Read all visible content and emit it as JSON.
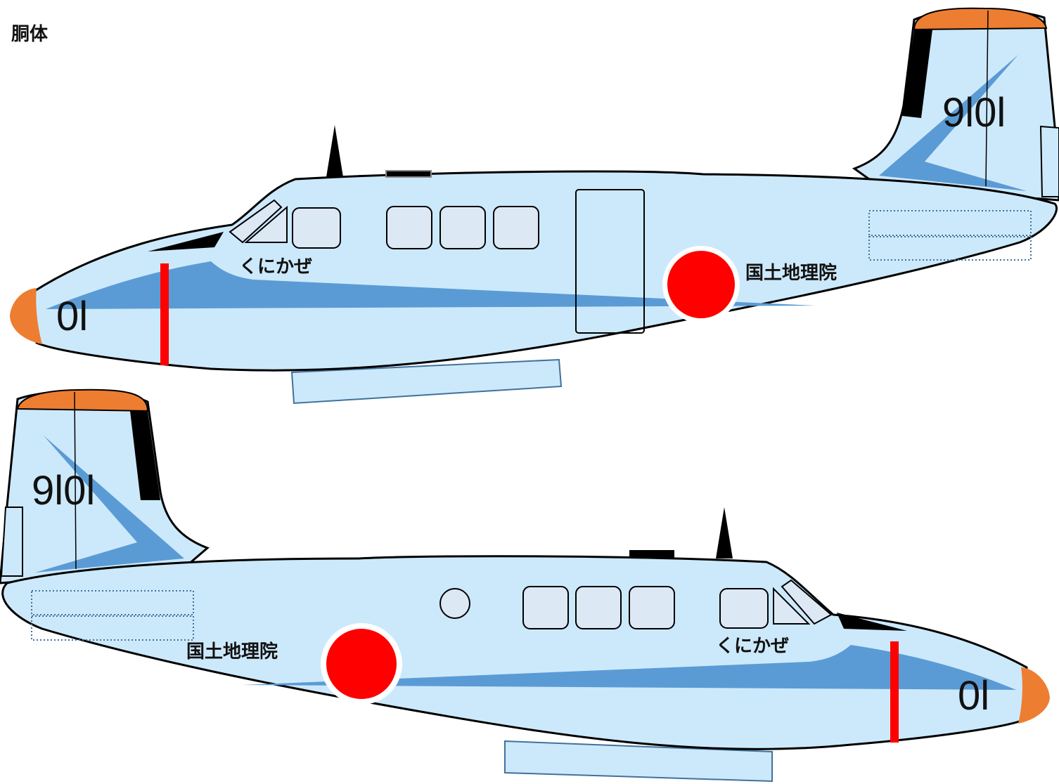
{
  "title": "胴体",
  "aircraft": [
    {
      "side": "left",
      "tail_number": "9l0l",
      "nose_number": "0l",
      "name": "くにかぜ",
      "agency": "国土地理院"
    },
    {
      "side": "right",
      "tail_number": "9l0l",
      "nose_number": "0l",
      "name": "くにかぜ",
      "agency": "国土地理院"
    }
  ],
  "colors": {
    "fuselage": "#cce9fb",
    "stripe": "#5b9bd5",
    "tip": "#ed7d31",
    "hinomaru": "#ff0000",
    "window": "#dde8f5",
    "outline": "#000000"
  }
}
